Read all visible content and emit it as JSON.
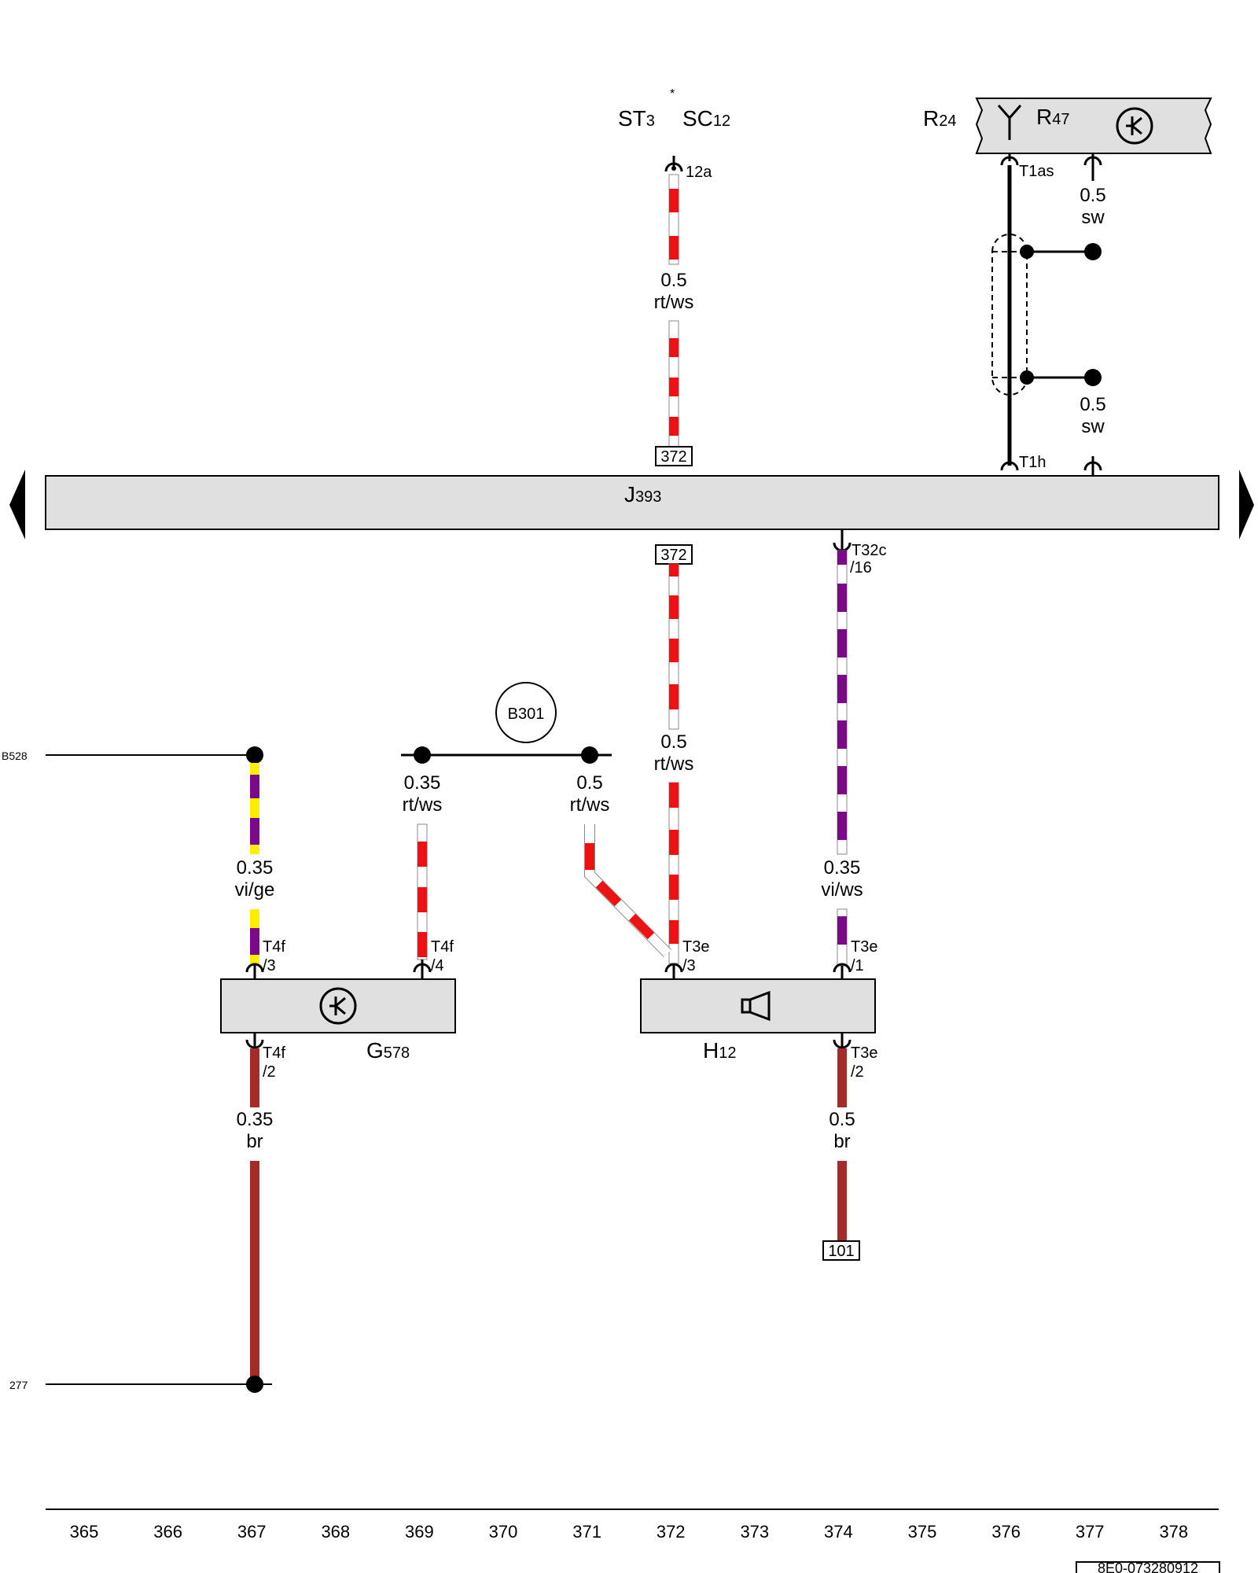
{
  "components": {
    "st3": {
      "main": "ST",
      "sub": "3"
    },
    "sc12": {
      "main": "SC",
      "sub": "12"
    },
    "star": "*",
    "r24": {
      "main": "R",
      "sub": "24"
    },
    "r47": {
      "main": "R",
      "sub": "47"
    },
    "j393": {
      "main": "J",
      "sub": "393"
    },
    "g578": {
      "main": "G",
      "sub": "578"
    },
    "h12": {
      "main": "H",
      "sub": "12"
    },
    "b301": "B301"
  },
  "connectors": {
    "c12a": "12a",
    "t1as": "T1as",
    "t1h": "T1h",
    "t32c": "T32c",
    "t32c_pin": "/16",
    "t4f_3": "T4f",
    "t4f_3_pin": "/3",
    "t4f_4": "T4f",
    "t4f_4_pin": "/4",
    "t3e_3": "T3e",
    "t3e_3_pin": "/3",
    "t3e_1": "T3e",
    "t3e_1_pin": "/1",
    "t4f_2": "T4f",
    "t4f_2_pin": "/2",
    "t3e_2": "T3e",
    "t3e_2_pin": "/2"
  },
  "wires": {
    "w_top": {
      "size": "0.5",
      "color": "rt/ws",
      "color_hex": [
        "#ee1111",
        "#ffffff"
      ]
    },
    "w_shield1": {
      "size": "0.5",
      "color": "sw"
    },
    "w_shield2": {
      "size": "0.5",
      "color": "sw"
    },
    "w_mid": {
      "size": "0.5",
      "color": "rt/ws",
      "color_hex": [
        "#ee1111",
        "#ffffff"
      ]
    },
    "w_vi_ws": {
      "size": "0.35",
      "color": "vi/ws",
      "color_hex": [
        "#7a0a8a",
        "#ffffff"
      ]
    },
    "w_vi_ge": {
      "size": "0.35",
      "color": "vi/ge",
      "color_hex": [
        "#7a0a8a",
        "#ffee00"
      ]
    },
    "w_rtws_a": {
      "size": "0.35",
      "color": "rt/ws"
    },
    "w_rtws_b": {
      "size": "0.5",
      "color": "rt/ws"
    },
    "w_br1": {
      "size": "0.35",
      "color": "br",
      "color_hex": "#a52a2a"
    },
    "w_br2": {
      "size": "0.5",
      "color": "br",
      "color_hex": "#a52a2a"
    }
  },
  "references": {
    "r372_top": "372",
    "r372_bot": "372",
    "r101": "101"
  },
  "side_labels": {
    "b528": "B528",
    "n277": "277"
  },
  "grid": [
    "365",
    "366",
    "367",
    "368",
    "369",
    "370",
    "371",
    "372",
    "373",
    "374",
    "375",
    "376",
    "377",
    "378"
  ],
  "code": "8E0-073280912",
  "colors": {
    "box_fill": "#e0e0e0",
    "line": "#000000"
  }
}
